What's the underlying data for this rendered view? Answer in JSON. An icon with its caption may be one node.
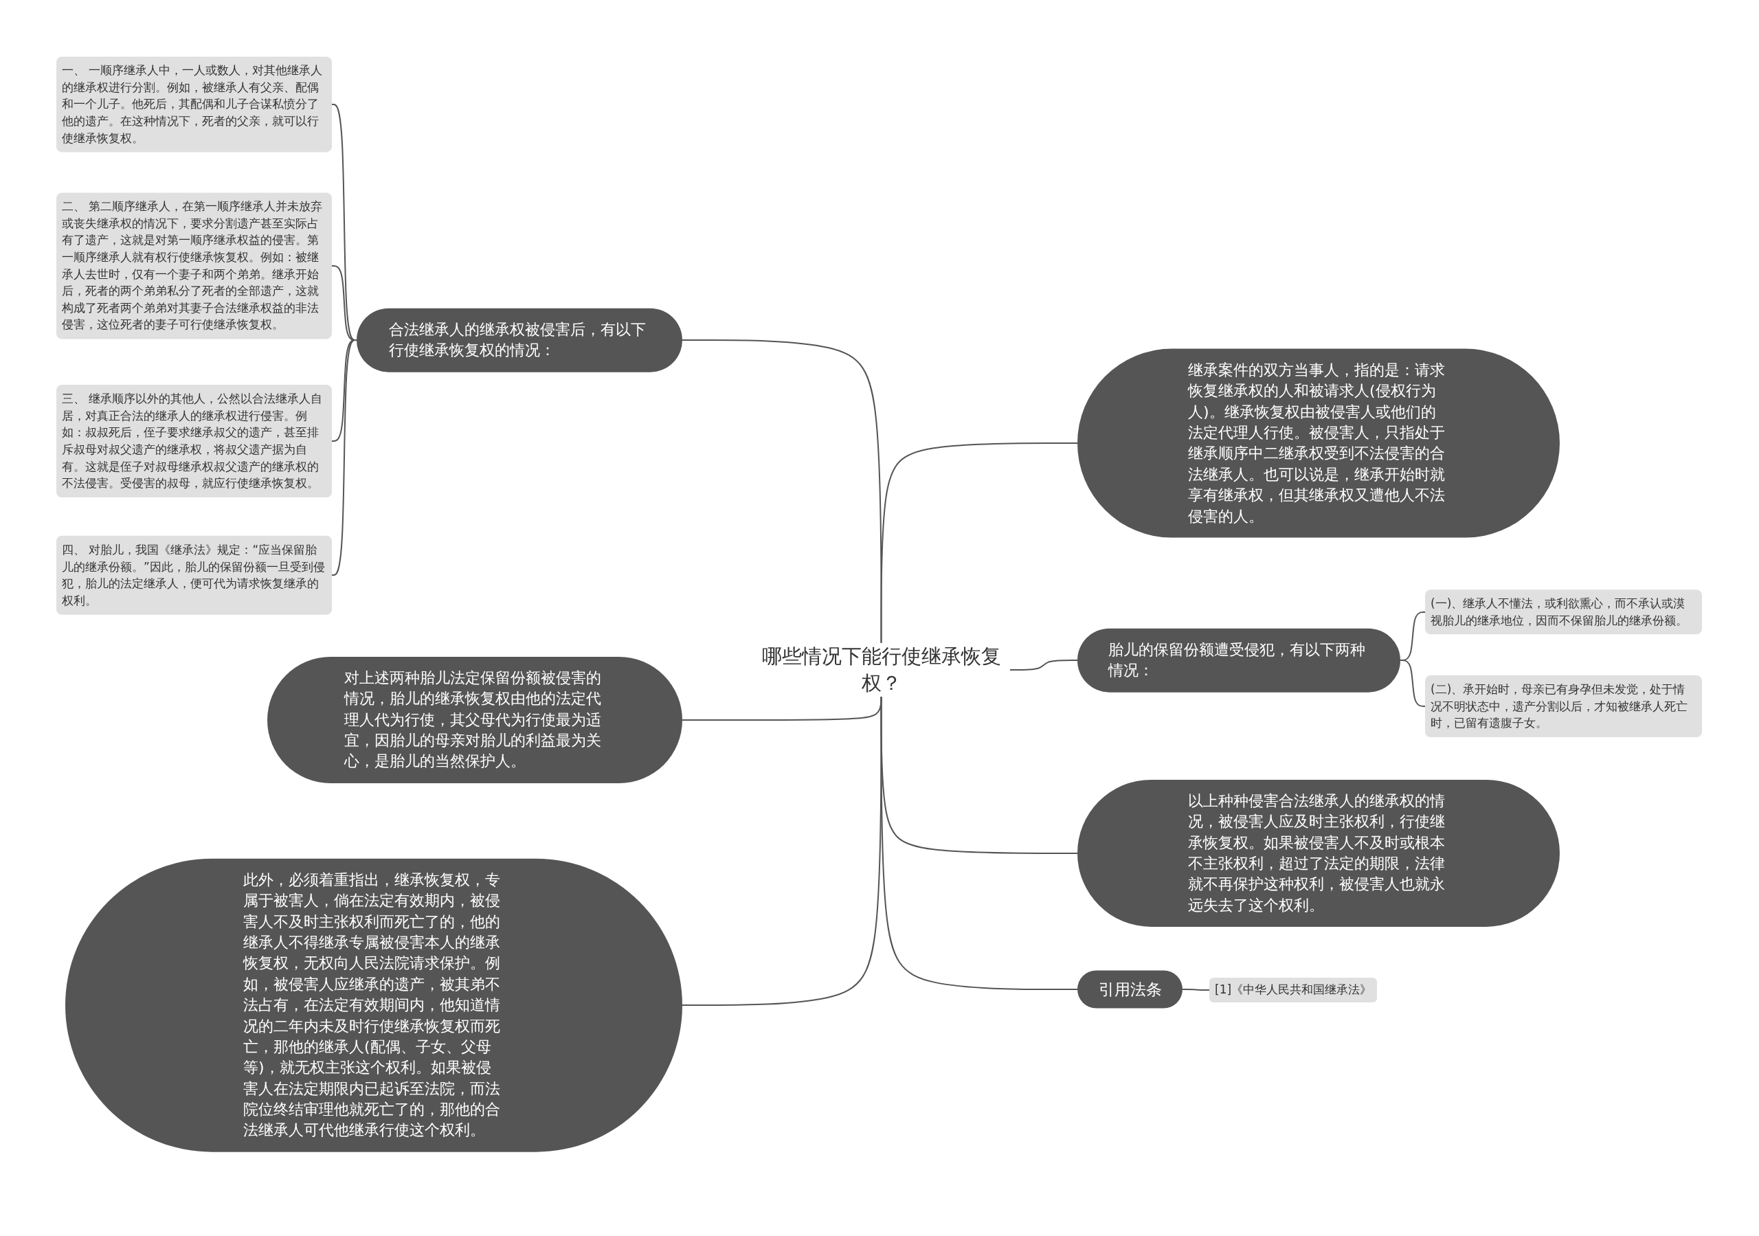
{
  "diagram": {
    "nodes": [
      {
        "text": [
          "哪些情况下能行使继承恢复权？"
        ]
      },
      {
        "text": [
          "合法继承人的继承权被侵害后，有以下行使继承恢复权的情况："
        ]
      },
      {
        "text": [
          "一、 一顺序继承人中，一人或数人，对其他继承人的继承权进行分割。例如，被继承人有父亲、配偶和一个儿子。他死后，其配偶和儿子合谋私愤分了他的遗产。在这种情况下，死者的父亲，就可以行使继承恢复权。"
        ]
      },
      {
        "text": [
          "二、 第二顺序继承人，在第一顺序继承人并未放弃或丧失继承权的情况下，要求分割遗产甚至实际占有了遗产，这就是对第一顺序继承权益的侵害。第一顺序继承人就有权行使继承恢复权。例如：被继承人去世时，仅有一个妻子和两个弟弟。继承开始后，死者的两个弟弟私分了死者的全部遗产，这就构成了死者两个弟弟对其妻子合法继承权益的非法侵害，这位死者的妻子可行使继承恢复权。"
        ]
      },
      {
        "text": [
          "三、 继承顺序以外的其他人，公然以合法继承人自居，对真正合法的继承人的继承权进行侵害。例如：叔叔死后，侄子要求继承叔父的遗产，甚至排斥叔母对叔父遗产的继承权，将叔父遗产据为自有。这就是侄子对叔母继承权叔父遗产的继承权的不法侵害。受侵害的叔母，就应行使继承恢复权。"
        ]
      },
      {
        "text": [
          "四、 对胎儿，我国《继承法》规定：“应当保留胎儿的继承份额。”因此，胎儿的保留份额一旦受到侵犯，胎儿的法定继承人，便可代为请求恢复继承的权利。"
        ]
      },
      {
        "text": [
          "继承案件的双方当事人，指的是：请求恢复继承权的人和被请求人(侵权行为人)。继承恢复权由被侵害人或他们的法定代理人行使。被侵害人，只指处于继承顺序中二继承权受到不法侵害的合法继承人。也可以说是，继承开始时就享有继承权，但其继承权又遭他人不法侵害的人。"
        ]
      },
      {
        "text": [
          "胎儿的保留份额遭受侵犯，有以下两种情况："
        ]
      },
      {
        "text": [
          "(一)、继承人不懂法，或利欲熏心，而不承认或漠视胎儿的继承地位，因而不保留胎儿的继承份额。"
        ]
      },
      {
        "text": [
          "(二)、承开始时，母亲已有身孕但未发觉，处于情况不明状态中，遗产分割以后，才知被继承人死亡时，已留有遗腹子女。"
        ]
      },
      {
        "text": [
          "对上述两种胎儿法定保留份额被侵害的情况，胎儿的继承恢复权由他的法定代理人代为行使，其父母代为行使最为适宜，因胎儿的母亲对胎儿的利益最为关心，是胎儿的当然保护人。"
        ]
      },
      {
        "text": [
          "以上种种侵害合法继承人的继承权的情况，被侵害人应及时主张权利，行使继承恢复权。如果被侵害人不及时或根本不主张权利，超过了法定的期限，法律就不再保护这种权利，被侵害人也就永远失去了这个权利。"
        ]
      },
      {
        "text": [
          "引用法条"
        ]
      },
      {
        "text": [
          "[1]《中华人民共和国继承法》"
        ]
      },
      {
        "text": [
          "此外，必须着重指出，继承恢复权，专属于被害人，倘在法定有效期内，被侵害人不及时主张权利而死亡了的，他的继承人不得继承专属被侵害本人的继承恢复权，无权向人民法院请求保护。例如，被侵害人应继承的遗产，被其弟不法占有，在法定有效期间内，他知道情况的二年内未及时行使继承恢复权而死亡，那他的继承人(配偶、子女、父母等)，就无权主张这个权利。如果被侵害人在法定期限内已起诉至法院，而法院位终结审理他就死亡了的，那他的合法继承人可代他继承行使这个权利。"
        ]
      }
    ],
    "edges": [
      {
        "from": 0,
        "to": 1,
        "arrow": "none"
      },
      {
        "from": 1,
        "to": 2,
        "arrow": "none"
      },
      {
        "from": 1,
        "to": 3,
        "arrow": "none"
      },
      {
        "from": 1,
        "to": 4,
        "arrow": "none"
      },
      {
        "from": 1,
        "to": 5,
        "arrow": "none"
      },
      {
        "from": 0,
        "to": 6,
        "arrow": "none"
      },
      {
        "from": 0,
        "to": 7,
        "arrow": "none"
      },
      {
        "from": 7,
        "to": 8,
        "arrow": "none"
      },
      {
        "from": 7,
        "to": 9,
        "arrow": "none"
      },
      {
        "from": 0,
        "to": 10,
        "arrow": "none"
      },
      {
        "from": 0,
        "to": 11,
        "arrow": "none"
      },
      {
        "from": 0,
        "to": 12,
        "arrow": "none"
      },
      {
        "from": 12,
        "to": 13,
        "arrow": "none"
      },
      {
        "from": 0,
        "to": 14,
        "arrow": "none"
      }
    ]
  }
}
